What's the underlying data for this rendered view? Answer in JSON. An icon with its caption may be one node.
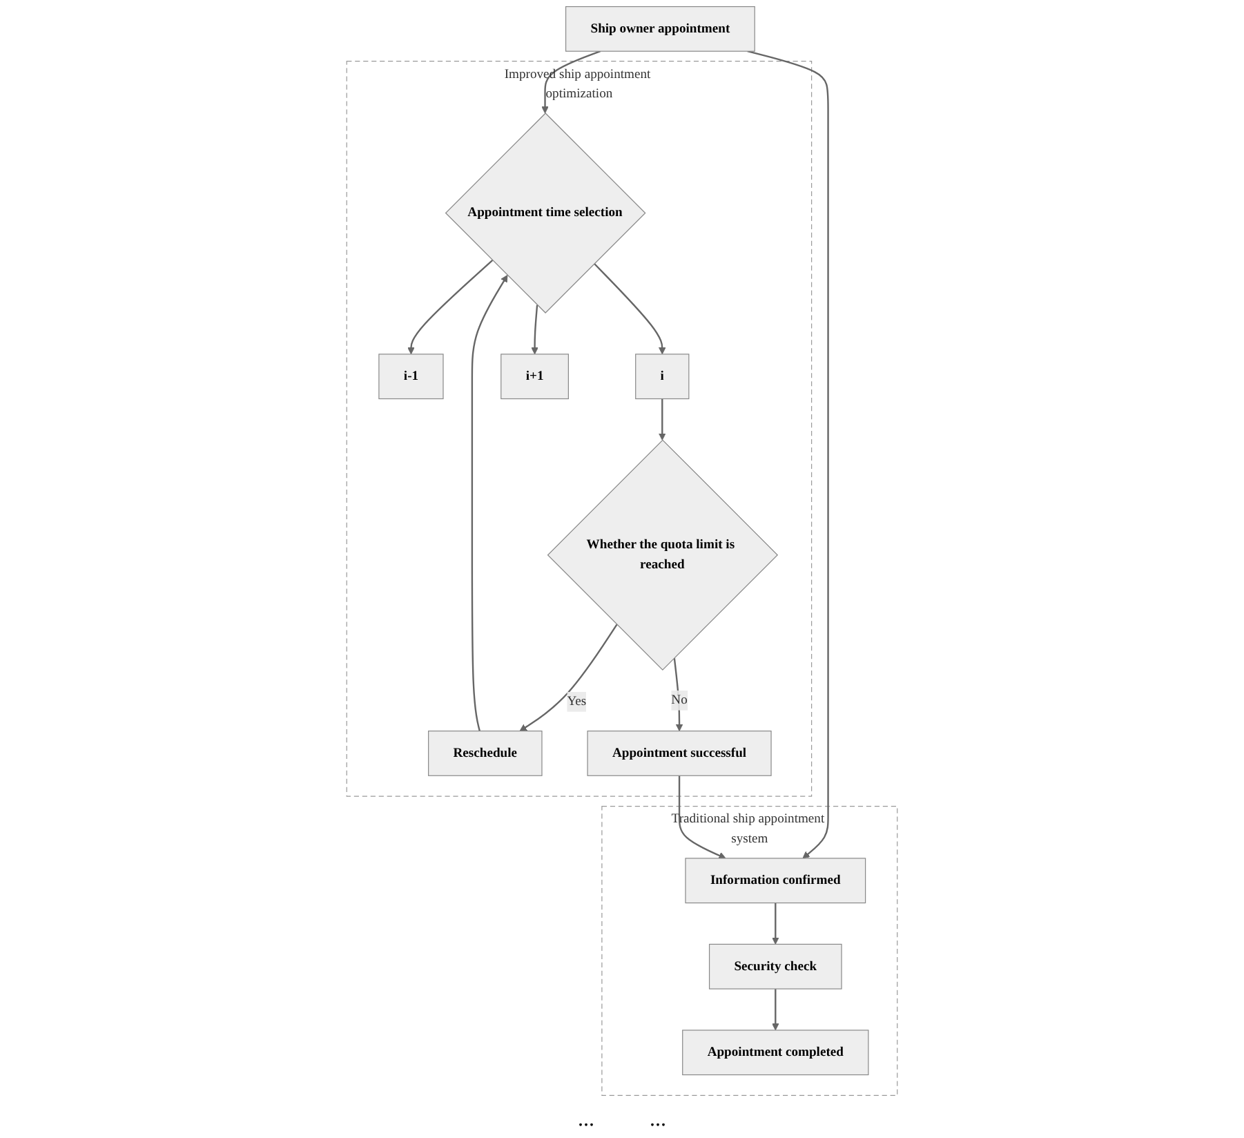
{
  "diagram": {
    "nodes": [
      {
        "text": [
          "Improved ship appointment optimization"
        ]
      },
      {
        "text": [
          "Traditional ship appointment system"
        ]
      },
      {
        "text": [
          "Ship owner appointment"
        ]
      },
      {
        "text": [
          "Appointment time selection"
        ],
        "in": 0
      },
      {
        "text": [
          "i-1"
        ],
        "in": 0
      },
      {
        "text": [
          "i"
        ],
        "in": 0
      },
      {
        "text": [
          "i+1"
        ],
        "in": 0
      },
      {
        "text": [
          "Whether the quota limit is reached"
        ],
        "in": 0
      },
      {
        "text": [
          "Reschedule"
        ],
        "in": 0
      },
      {
        "text": [
          "Appointment successful"
        ],
        "in": 0
      },
      {
        "text": [
          "Information confirmed"
        ],
        "in": 1
      },
      {
        "text": [
          "Security check"
        ],
        "in": 1
      },
      {
        "text": [
          "Appointment completed"
        ],
        "in": 1
      }
    ],
    "edges": [
      {
        "from": 2,
        "to": 3,
        "arrow": "to"
      },
      {
        "from": 3,
        "to": 4,
        "arrow": "to"
      },
      {
        "from": 3,
        "to": 5,
        "arrow": "to"
      },
      {
        "from": 3,
        "to": 6,
        "arrow": "to"
      },
      {
        "from": 5,
        "to": 7,
        "arrow": "to"
      },
      {
        "from": 7,
        "to": 8,
        "label": "Yes",
        "arrow": "to"
      },
      {
        "from": 7,
        "to": 9,
        "label": "No",
        "arrow": "to"
      },
      {
        "from": 8,
        "to": 3,
        "arrow": "to"
      },
      {
        "from": 2,
        "to": 10,
        "arrow": "to"
      },
      {
        "from": 9,
        "to": 10,
        "arrow": "to"
      },
      {
        "from": 10,
        "to": 11,
        "arrow": "to"
      },
      {
        "from": 11,
        "to": 12,
        "arrow": "to"
      }
    ],
    "labels": [
      "...",
      "..."
    ]
  }
}
